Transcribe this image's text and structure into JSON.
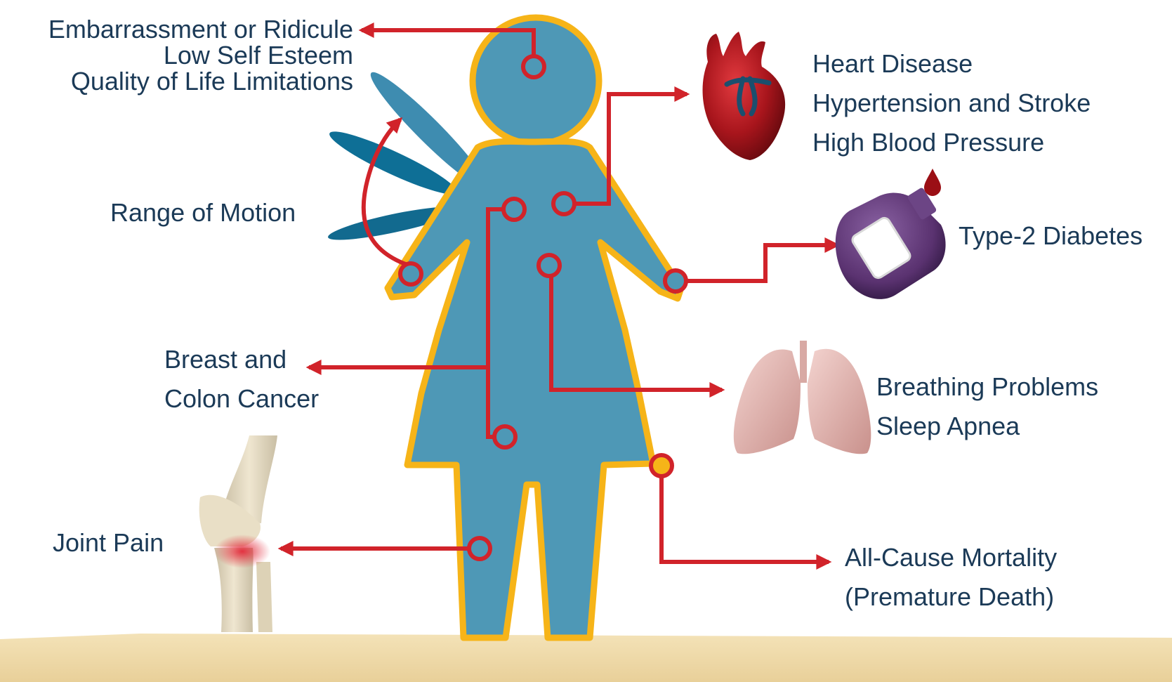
{
  "labels": {
    "self_esteem": [
      "Embarrassment or Ridicule",
      "Low Self Esteem",
      "Quality of Life Limitations"
    ],
    "heart": [
      "Heart Disease",
      "Hypertension and Stroke",
      "High Blood Pressure"
    ],
    "motion": "Range of Motion",
    "diabetes": "Type-2 Diabetes",
    "cancer": [
      "Breast and",
      "Colon Cancer"
    ],
    "breathing": [
      "Breathing Problems",
      "Sleep Apnea"
    ],
    "joint": "Joint Pain",
    "mortality": [
      "All-Cause Mortality",
      "(Premature Death)"
    ]
  },
  "colors": {
    "body_fill": "#4e98b6",
    "outline": "#f6b418",
    "connector": "#d1232a",
    "text": "#1b3a57",
    "motion_blades": [
      "#3e8cb0",
      "#0e6f96",
      "#126a8f"
    ],
    "heart": "#a8151c",
    "meter": "#5a3270",
    "lung": "#e6b5b0",
    "bone": "#e6dcc4"
  },
  "icons": [
    "heart-icon",
    "glucose-meter-icon",
    "blood-drop-icon",
    "lungs-icon",
    "knee-joint-icon",
    "motion-blades-icon"
  ]
}
